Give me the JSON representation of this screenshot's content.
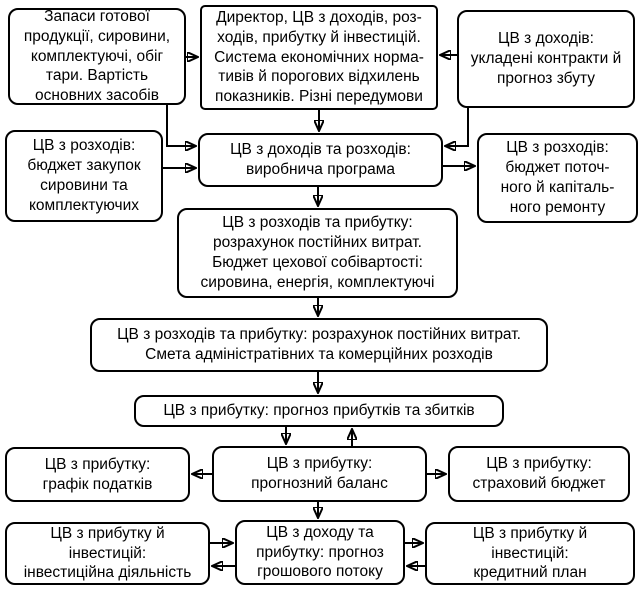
{
  "diagram": {
    "title": "Budget responsibility centers flowchart",
    "background_color": "#ffffff",
    "line_color": "#000000",
    "text_color": "#000000",
    "nodes": {
      "stock": {
        "label": "Запаси готової\nпродукції, сировини,\nкомплектуючі, обіг\nтари. Вартість\nосновних засобів"
      },
      "director": {
        "label": "Директор, ЦВ з доходів, роз-\nходів, прибутку й інвестицій.\nСистема економічних норма-\nтивів й порогових відхилень\nпоказників. Різні передумови"
      },
      "income": {
        "label": "ЦВ з доходів:\nукладені контракти й\nпрогноз збуту"
      },
      "purchases": {
        "label": "ЦВ з розходів:\nбюджет закупок\nсировини та\nкомплектуючих"
      },
      "production": {
        "label": "ЦВ з доходів та розходів:\nвиробнича програма"
      },
      "repairs": {
        "label": "ЦВ з розходів:\nбюджет поточ-\nного й капіталь-\nного ремонту"
      },
      "shop_cost": {
        "label": "ЦВ з розходів та прибутку:\nрозрахунок постійних витрат.\nБюджет цехової собівартості:\nсировина, енергія, комплектуючі"
      },
      "admin_cost": {
        "label": "ЦВ з розходів та прибутку: розрахунок постійних витрат.\nСмета адміністратівних та комерційних розходів"
      },
      "pnl": {
        "label": "ЦВ з прибутку: прогноз прибутків та збитків"
      },
      "taxes": {
        "label": "ЦВ з прибутку:\nграфік податків"
      },
      "balance": {
        "label": "ЦВ з прибутку:\nпрогнозний баланс"
      },
      "insurance": {
        "label": "ЦВ з прибутку:\nстраховий бюджет"
      },
      "investment": {
        "label": "ЦВ з прибутку й\nінвестицій:\nінвестиційна діяльність"
      },
      "cashflow": {
        "label": "ЦВ з доходу та\nприбутку: прогноз\nгрошового потоку"
      },
      "credit": {
        "label": "ЦВ з прибутку й\nінвестицій:\nкредитний план"
      }
    }
  }
}
